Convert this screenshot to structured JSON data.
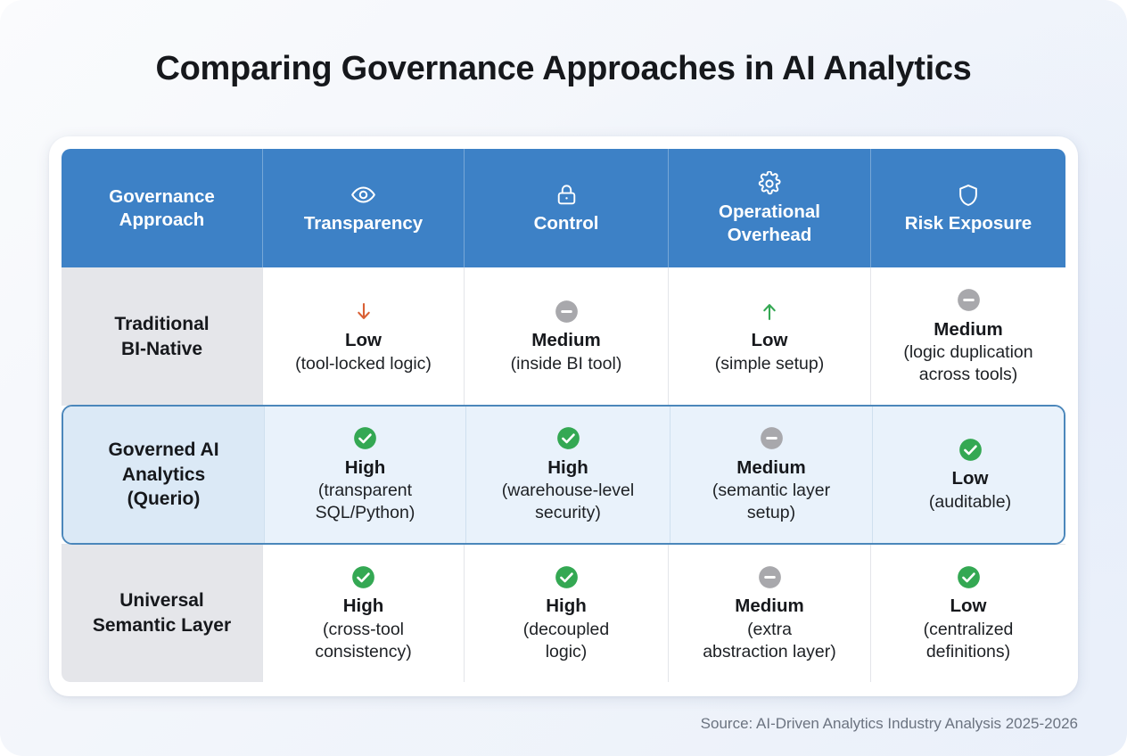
{
  "title": "Comparing Governance Approaches in AI Analytics",
  "source": "Source: AI-Driven Analytics Industry Analysis 2025-2026",
  "colors": {
    "header_blue": "#3d81c6",
    "rowhead_gray": "#e5e6ea",
    "highlight_fill": "#e9f2fb",
    "highlight_border": "#4b87bb",
    "check_green": "#34a853",
    "neutral_gray": "#a8a8ac",
    "down_arrow_orange": "#d95f34",
    "up_arrow_green": "#34a853"
  },
  "chart_data": {
    "type": "table",
    "title": "Comparing Governance Approaches in AI Analytics",
    "columns": [
      {
        "label": "Governance\nApproach",
        "icon": "none"
      },
      {
        "label": "Transparency",
        "icon": "eye-icon"
      },
      {
        "label": "Control",
        "icon": "lock-icon"
      },
      {
        "label": "Operational\nOverhead",
        "icon": "gear-icon"
      },
      {
        "label": "Risk Exposure",
        "icon": "shield-icon"
      }
    ],
    "rows": [
      {
        "name": "Traditional\nBI-Native",
        "highlighted": false,
        "cells": [
          {
            "icon": "arrow-down-icon",
            "level": "Low",
            "note": "(tool-locked logic)"
          },
          {
            "icon": "minus-circle-icon",
            "level": "Medium",
            "note": "(inside BI tool)"
          },
          {
            "icon": "arrow-up-icon",
            "level": "Low",
            "note": "(simple setup)"
          },
          {
            "icon": "minus-circle-icon",
            "level": "Medium",
            "note": "(logic duplication\nacross tools)"
          }
        ]
      },
      {
        "name": "Governed AI\nAnalytics\n(Querio)",
        "highlighted": true,
        "cells": [
          {
            "icon": "check-circle-icon",
            "level": "High",
            "note": "(transparent\nSQL/Python)"
          },
          {
            "icon": "check-circle-icon",
            "level": "High",
            "note": "(warehouse-level\nsecurity)"
          },
          {
            "icon": "minus-circle-icon",
            "level": "Medium",
            "note": "(semantic layer\nsetup)"
          },
          {
            "icon": "check-circle-icon",
            "level": "Low",
            "note": "(auditable)"
          }
        ]
      },
      {
        "name": "Universal\nSemantic Layer",
        "highlighted": false,
        "cells": [
          {
            "icon": "check-circle-icon",
            "level": "High",
            "note": "(cross-tool\nconsistency)"
          },
          {
            "icon": "check-circle-icon",
            "level": "High",
            "note": "(decoupled\nlogic)"
          },
          {
            "icon": "minus-circle-icon",
            "level": "Medium",
            "note": "(extra\nabstraction layer)"
          },
          {
            "icon": "check-circle-icon",
            "level": "Low",
            "note": "(centralized\ndefinitions)"
          }
        ]
      }
    ]
  }
}
